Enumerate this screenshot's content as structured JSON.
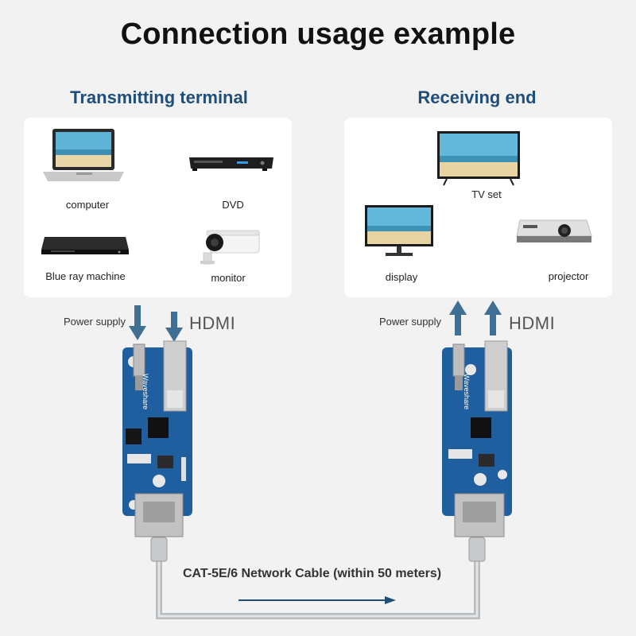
{
  "title": "Connection usage example",
  "transmitter": {
    "heading": "Transmitting terminal",
    "devices": [
      "computer",
      "DVD",
      "Blue ray machine",
      "monitor"
    ],
    "power_label": "Power supply",
    "hdmi_label": "HDMI",
    "board_brand": "Waveshare"
  },
  "receiver": {
    "heading": "Receiving end",
    "devices": [
      "TV set",
      "display",
      "projector"
    ],
    "power_label": "Power supply",
    "hdmi_label": "HDMI",
    "board_brand": "Waveshare"
  },
  "cable_label": "CAT-5E/6 Network Cable (within 50 meters)",
  "colors": {
    "heading": "#1f4e79",
    "arrow": "#3f6f93",
    "board": "#1f5fa0",
    "panel": "#ffffff",
    "background": "#f2f2f2"
  }
}
